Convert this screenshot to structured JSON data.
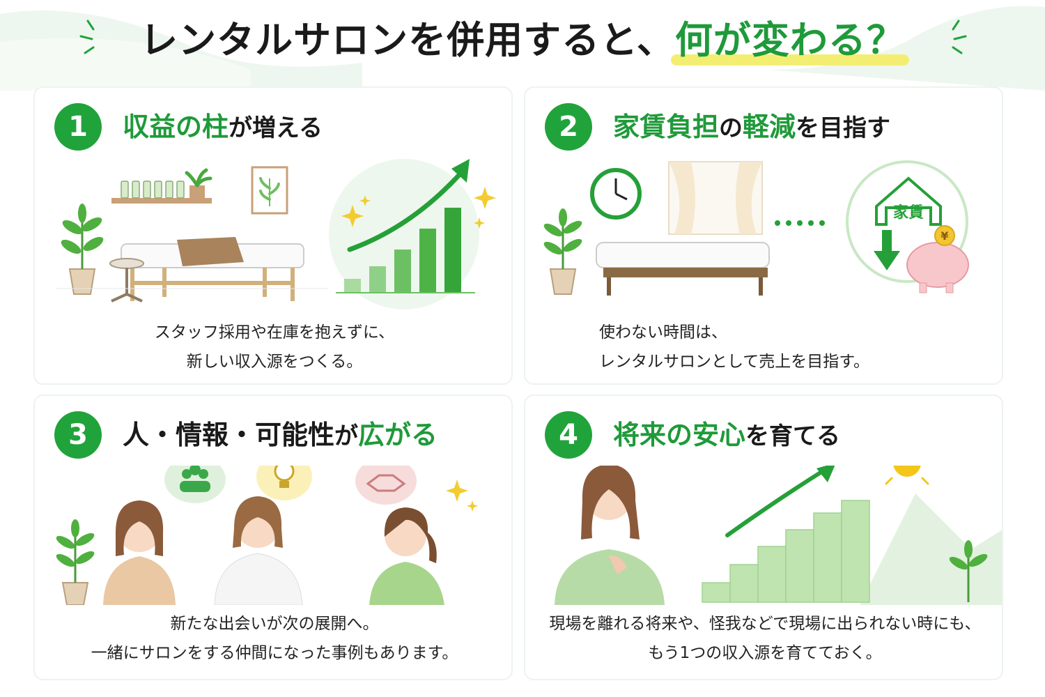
{
  "header": {
    "title_main": "レンタルサロンを併用すると、",
    "title_accent": "何が変わる？"
  },
  "colors": {
    "accent_green": "#21a33b",
    "highlight_yellow": "#f3ee72",
    "light_green": "#9ed89a"
  },
  "cards": [
    {
      "number": "1",
      "title_parts": [
        "収益の柱",
        "が増える"
      ],
      "desc": [
        "スタッフ採用や在庫を抱えずに、",
        "新しい収入源をつくる。"
      ],
      "icons": [
        "shelf-bottles-icon",
        "plant-icon",
        "frame-icon",
        "bed-icon",
        "stool-icon",
        "growth-chart-icon",
        "sparkle-icon"
      ]
    },
    {
      "number": "2",
      "title_parts": [
        "家賃負担",
        "の",
        "軽減",
        "を目指す"
      ],
      "desc": [
        "使わない時間は、",
        "レンタルサロンとして売上を目指す。"
      ],
      "house_label": "家賃",
      "coin_label": "¥",
      "icons": [
        "clock-icon",
        "curtain-icon",
        "plant-icon",
        "bed-icon",
        "house-down-arrow-icon",
        "piggy-bank-icon"
      ]
    },
    {
      "number": "3",
      "title_parts": [
        "人・情報・可能性",
        "が",
        "広がる"
      ],
      "desc": [
        "新たな出会いが次の展開へ。",
        "一緒にサロンをする仲間になった事例もあります。"
      ],
      "icons": [
        "people-bubble-icon",
        "lightbulb-bubble-icon",
        "handshake-bubble-icon",
        "woman-icon",
        "plant-icon",
        "sparkle-icon"
      ]
    },
    {
      "number": "4",
      "title_parts": [
        "将来の安心",
        "を育てる"
      ],
      "desc": [
        "現場を離れる将来や、怪我などで現場に出られない時にも、",
        "もう1つの収入源を育てておく。"
      ],
      "icons": [
        "woman-icon",
        "sun-icon",
        "stairs-icon",
        "arrow-up-icon",
        "mountain-icon",
        "plant-icon"
      ]
    }
  ]
}
